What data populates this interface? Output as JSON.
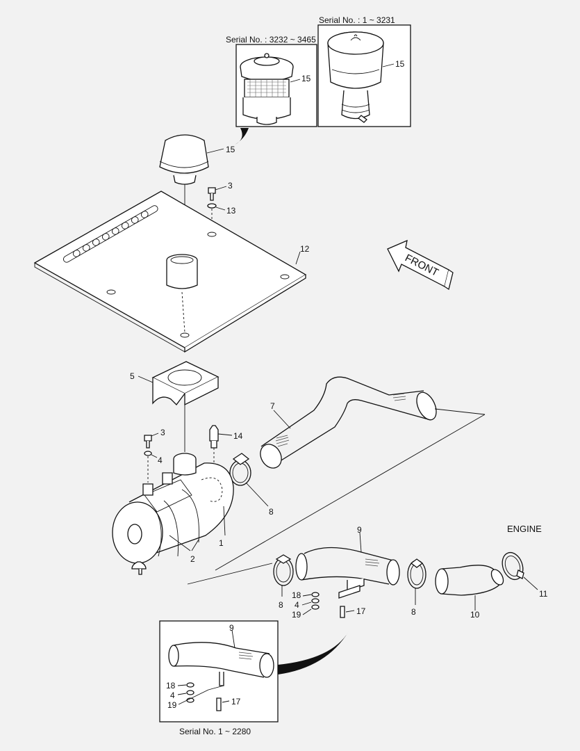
{
  "insets": {
    "top_left_serial": "Serial No. : 3232 ~ 3465",
    "top_right_serial": "Serial No. : 1 ~ 3231",
    "bottom_serial": "Serial No. 1 ~ 2280"
  },
  "direction": {
    "front": "FRONT",
    "engine": "ENGINE"
  },
  "callouts": {
    "c1": "1",
    "c2": "2",
    "c3": "3",
    "c3b": "3",
    "c4": "4",
    "c4b": "4",
    "c4c": "4",
    "c5": "5",
    "c7": "7",
    "c8": "8",
    "c8b": "8",
    "c8c": "8",
    "c9": "9",
    "c9b": "9",
    "c10": "10",
    "c11": "11",
    "c12": "12",
    "c13": "13",
    "c14": "14",
    "c15": "15",
    "c15b": "15",
    "c15c": "15",
    "c17": "17",
    "c17b": "17",
    "c18": "18",
    "c18b": "18",
    "c19": "19",
    "c19b": "19"
  }
}
